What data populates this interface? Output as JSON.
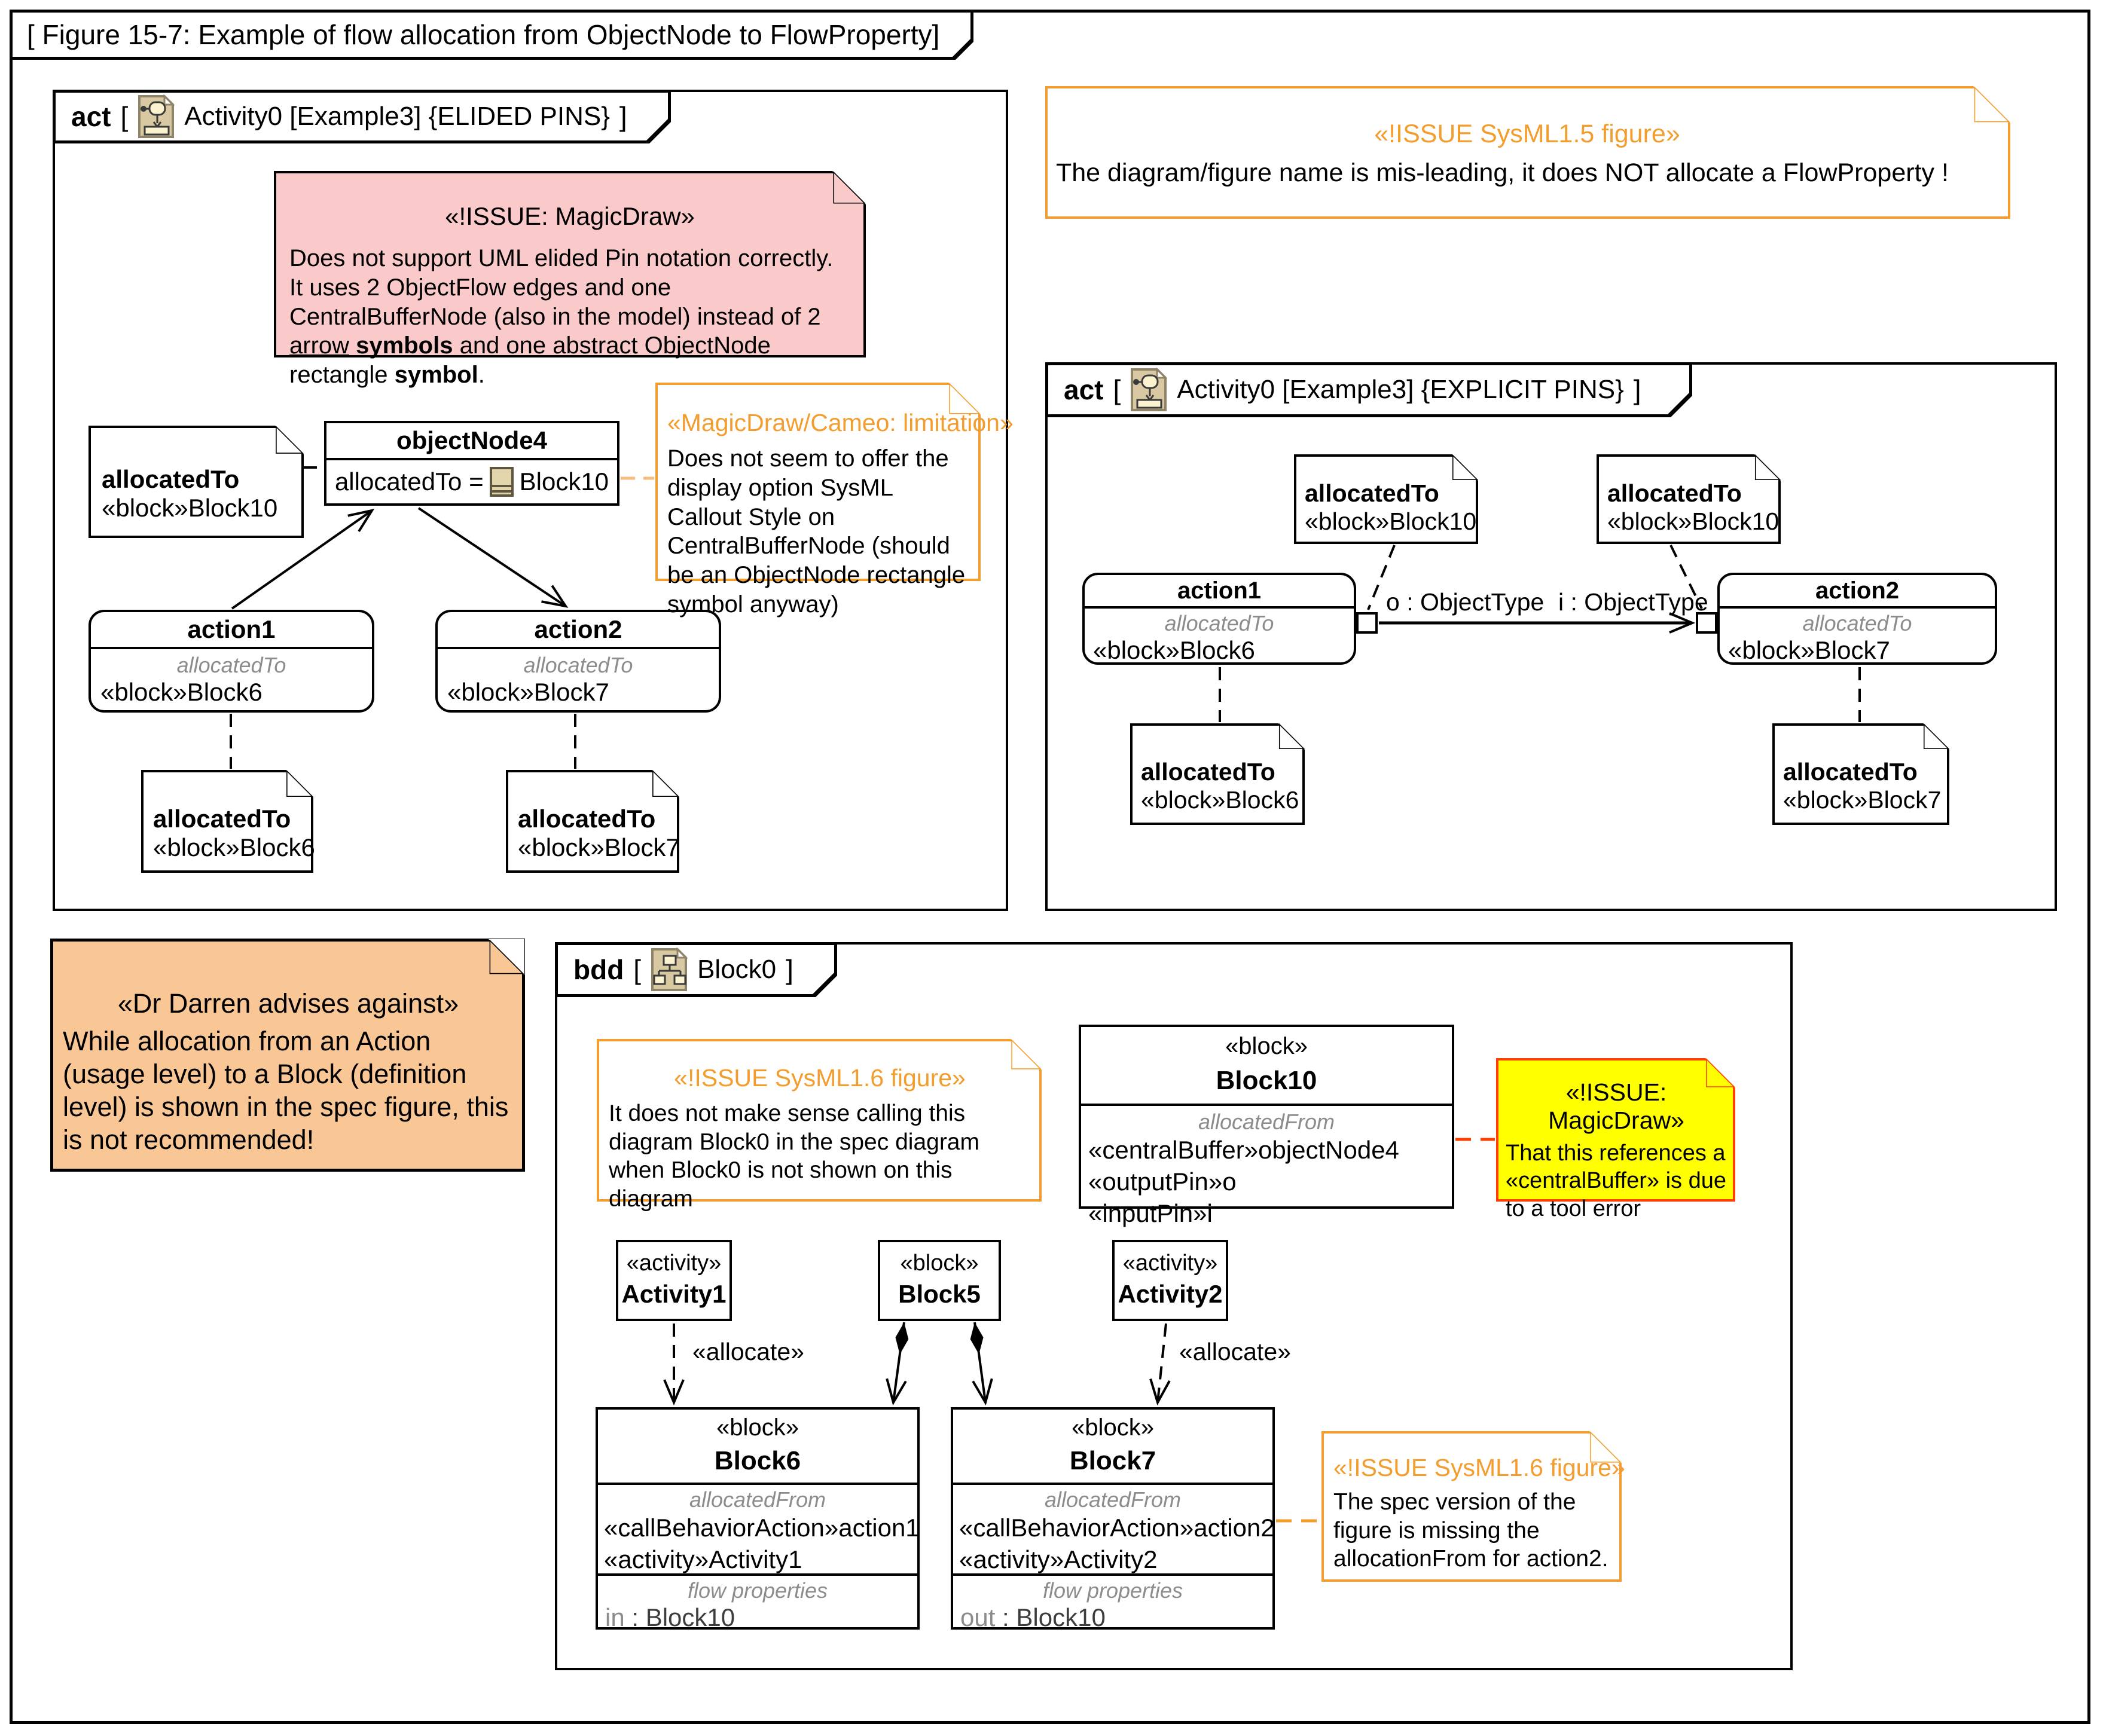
{
  "page": {
    "title": "[ Figure 15-7: Example of flow allocation from ObjectNode to FlowProperty]"
  },
  "punct": {
    "open": "[",
    "close": "]"
  },
  "frames": {
    "left_act": {
      "keyword": "act",
      "name": "Activity0 [Example3] {ELIDED PINS}"
    },
    "right_act": {
      "keyword": "act",
      "name": "Activity0 [Example3] {EXPLICIT PINS}"
    },
    "bdd": {
      "keyword": "bdd",
      "name": "Block0"
    }
  },
  "left": {
    "pink_note": {
      "title": "«!ISSUE: MagicDraw»",
      "body_pre": "Does not support UML elided Pin notation correctly. It uses 2 ObjectFlow edges and one CentralBufferNode (also in the model) instead of 2 ",
      "underlined": "arrow",
      "sp": " ",
      "bold1": "symbols",
      "mid": " and one abstract ObjectNode rectangle ",
      "bold2": "symbol",
      "end": "."
    },
    "note_obj": {
      "line1": "allocatedTo",
      "line2": "«block»Block10"
    },
    "objectNode4": {
      "name": "objectNode4",
      "attr_label": "allocatedTo =",
      "attr_value": "Block10"
    },
    "lim_note": {
      "title": "«MagicDraw/Cameo: limitation»",
      "body": "Does not seem to offer the display option SysML Callout Style on CentralBufferNode (should be an ObjectNode rectangle symbol anyway)"
    },
    "action1": {
      "name": "action1",
      "comp_label": "allocatedTo",
      "value": "«block»Block6"
    },
    "action2": {
      "name": "action2",
      "comp_label": "allocatedTo",
      "value": "«block»Block7"
    },
    "note_a1": {
      "line1": "allocatedTo",
      "line2": "«block»Block6"
    },
    "note_a2": {
      "line1": "allocatedTo",
      "line2": "«block»Block7"
    }
  },
  "top_right_note": {
    "title": "«!ISSUE SysML1.5 figure»",
    "body": "The diagram/figure name is mis-leading, it does NOT allocate a FlowProperty !"
  },
  "right": {
    "note_t1": {
      "line1": "allocatedTo",
      "line2": "«block»Block10"
    },
    "note_t2": {
      "line1": "allocatedTo",
      "line2": "«block»Block10"
    },
    "action1": {
      "name": "action1",
      "comp_label": "allocatedTo",
      "value": "«block»Block6"
    },
    "action2": {
      "name": "action2",
      "comp_label": "allocatedTo",
      "value": "«block»Block7"
    },
    "pin_o_label": "o : ObjectType",
    "pin_i_label": "i : ObjectType",
    "note_b1": {
      "line1": "allocatedTo",
      "line2": "«block»Block6"
    },
    "note_b2": {
      "line1": "allocatedTo",
      "line2": "«block»Block7"
    }
  },
  "dr_note": {
    "title": "«Dr Darren advises against»",
    "body": "While allocation from an Action (usage level) to a Block (definition level) is shown in the spec figure, this is not recommended!"
  },
  "bdd": {
    "issue16_left": {
      "title": "«!ISSUE SysML1.6 figure»",
      "body": "It does not make sense calling this diagram Block0 in the spec diagram when Block0 is not shown on this diagram"
    },
    "block10": {
      "stereo": "«block»",
      "name": "Block10",
      "comp_label": "allocatedFrom",
      "items": [
        "«centralBuffer»objectNode4",
        "«outputPin»o",
        "«inputPin»i"
      ]
    },
    "yellow_note": {
      "title": "«!ISSUE: MagicDraw»",
      "body": "That this references a «centralBuffer» is due to a tool error"
    },
    "activity1": {
      "stereo": "«activity»",
      "name": "Activity1"
    },
    "block5": {
      "stereo": "«block»",
      "name": "Block5"
    },
    "activity2": {
      "stereo": "«activity»",
      "name": "Activity2"
    },
    "allocate1": "«allocate»",
    "allocate2": "«allocate»",
    "block6": {
      "stereo": "«block»",
      "name": "Block6",
      "alloc_label": "allocatedFrom",
      "alloc_items": [
        "«callBehaviorAction»action1",
        "«activity»Activity1"
      ],
      "flow_label": "flow properties",
      "flow_dir": "in",
      "flow_rest": " : Block10"
    },
    "block7": {
      "stereo": "«block»",
      "name": "Block7",
      "alloc_label": "allocatedFrom",
      "alloc_items": [
        "«callBehaviorAction»action2",
        "«activity»Activity2"
      ],
      "flow_label": "flow properties",
      "flow_dir": "out",
      "flow_rest": " : Block10"
    },
    "issue16_right": {
      "title": "«!ISSUE SysML1.6 figure»",
      "body": "The spec version of the figure is missing the allocationFrom for action2."
    }
  },
  "colors": {
    "orange": "#F49D2F",
    "pink": "#FACACA",
    "peach": "#F8C795",
    "yellow": "#FFFF00",
    "red": "#FF4000"
  }
}
